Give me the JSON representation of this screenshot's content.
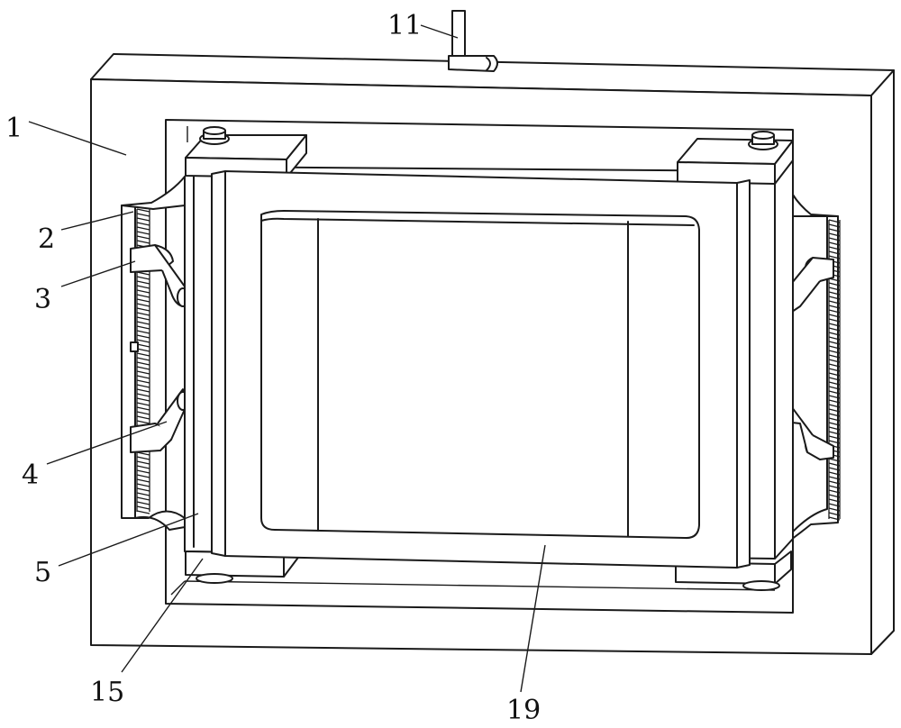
{
  "labels": {
    "l1": "1",
    "l2": "2",
    "l3": "3",
    "l4": "4",
    "l5": "5",
    "l11": "11",
    "l15": "15",
    "l19": "19"
  },
  "colors": {
    "line": "#1a1a1a",
    "background": "#ffffff"
  }
}
